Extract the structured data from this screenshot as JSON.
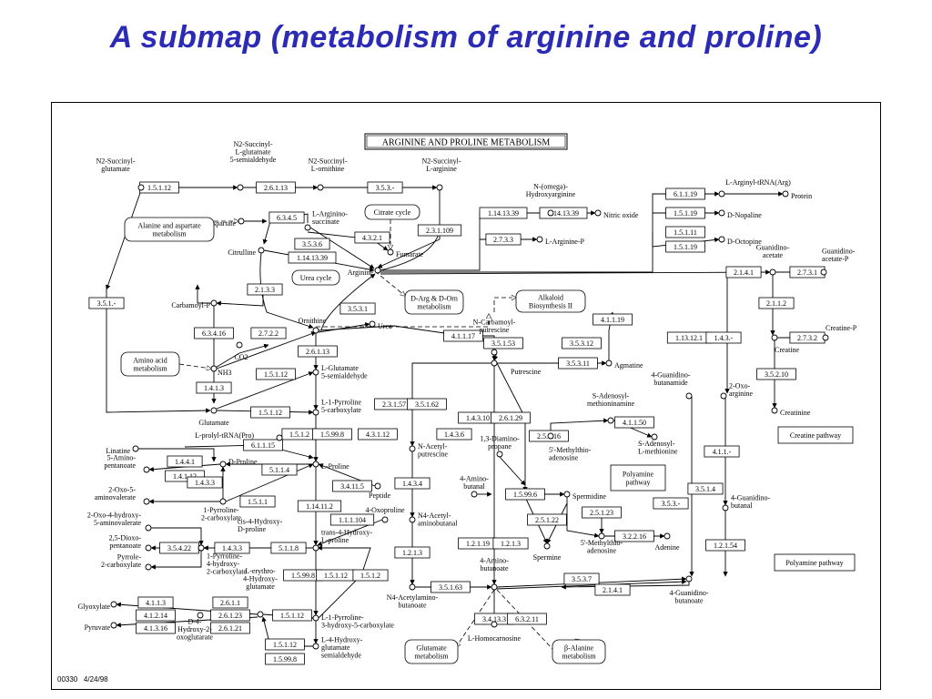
{
  "slide": {
    "title": "A submap (metabolism of arginine and proline)"
  },
  "footer": {
    "map_id": "00330",
    "date": "4/24/98"
  },
  "diagram": {
    "title": "ARGININE AND PROLINE METABOLISM",
    "compounds": [
      {
        "id": "n2sg",
        "lines": [
          "N2-Succinyl-",
          "glutamate"
        ]
      },
      {
        "id": "n2sgsa",
        "lines": [
          "N2-Succinyl-",
          "L-glutamate",
          "5-semialdehyde"
        ]
      },
      {
        "id": "n2so",
        "lines": [
          "N2-Succinyl-",
          "L-ornithine"
        ]
      },
      {
        "id": "n2sa",
        "lines": [
          "N2-Succinyl-",
          "L-arginine"
        ]
      },
      {
        "id": "aspartate",
        "lines": [
          "Aspartate"
        ]
      },
      {
        "id": "argsucc",
        "lines": [
          "L-Arginino-",
          "succinate"
        ]
      },
      {
        "id": "fumarate",
        "lines": [
          "Fumarate"
        ]
      },
      {
        "id": "citrulline",
        "lines": [
          "Citrulline"
        ]
      },
      {
        "id": "arginine",
        "lines": [
          "Arginine"
        ]
      },
      {
        "id": "nohyd",
        "lines": [
          "N-(omega)-",
          "Hydroxyarginine"
        ]
      },
      {
        "id": "no",
        "lines": [
          "Nitric oxide"
        ]
      },
      {
        "id": "largp",
        "lines": [
          "L-Arginine-P"
        ]
      },
      {
        "id": "largtrna",
        "lines": [
          "L-Arginyl-tRNA(Arg)"
        ]
      },
      {
        "id": "protein",
        "lines": [
          "Protein"
        ]
      },
      {
        "id": "dnop",
        "lines": [
          "D-Nopaline"
        ]
      },
      {
        "id": "doct",
        "lines": [
          "D-Octopine"
        ]
      },
      {
        "id": "guanac",
        "lines": [
          "Guanidino-",
          "acetate"
        ]
      },
      {
        "id": "guanacp",
        "lines": [
          "Guanidino-",
          "acetate-P"
        ]
      },
      {
        "id": "creatinep",
        "lines": [
          "Creatine-P"
        ]
      },
      {
        "id": "creatine",
        "lines": [
          "Creatine"
        ]
      },
      {
        "id": "creatinine",
        "lines": [
          "Creatinine"
        ]
      },
      {
        "id": "carbp",
        "lines": [
          "Carbamoyl-P"
        ]
      },
      {
        "id": "co2",
        "lines": [
          "CO2"
        ]
      },
      {
        "id": "nh3",
        "lines": [
          "NH3"
        ]
      },
      {
        "id": "glutamate",
        "lines": [
          "Glutamate"
        ]
      },
      {
        "id": "ornithine",
        "lines": [
          "Ornithine"
        ]
      },
      {
        "id": "urea",
        "lines": [
          "Urea"
        ]
      },
      {
        "id": "lgsa",
        "lines": [
          "L-Glutamate",
          "5-semialdehyde"
        ]
      },
      {
        "id": "p5c",
        "lines": [
          "L-1-Pyrroline",
          "5-carboxylate"
        ]
      },
      {
        "id": "lproline",
        "lines": [
          "L-Proline"
        ]
      },
      {
        "id": "lprolyltrna",
        "lines": [
          "L-prolyl-tRNA(Pro)"
        ]
      },
      {
        "id": "linatine",
        "lines": [
          "Linatine"
        ]
      },
      {
        "id": "dproline",
        "lines": [
          "D-Proline"
        ]
      },
      {
        "id": "aminopent",
        "lines": [
          "5-Amino-",
          "pentanoate"
        ]
      },
      {
        "id": "oxoamino",
        "lines": [
          "2-Oxo-5-",
          "aminovalerate"
        ]
      },
      {
        "id": "p2c",
        "lines": [
          "1-Pyrroline-",
          "2-carboxylate"
        ]
      },
      {
        "id": "hydroxyoxo",
        "lines": [
          "2-Oxo-4-hydroxy-",
          "5-aminovalerate"
        ]
      },
      {
        "id": "dioxopent",
        "lines": [
          "2,5-Dioxo-",
          "pentanoate"
        ]
      },
      {
        "id": "pyrrole2c",
        "lines": [
          "Pyrrole-",
          "2-carboxylate"
        ]
      },
      {
        "id": "cis4hp",
        "lines": [
          "cis-4-Hydroxy-",
          "D-proline"
        ]
      },
      {
        "id": "p4h2c",
        "lines": [
          "1-Pyrroline-",
          "4-hydroxy-",
          "2-carboxylate"
        ]
      },
      {
        "id": "trans4hp",
        "lines": [
          "trans-4-Hydroxy-",
          "L-proline"
        ]
      },
      {
        "id": "peptide",
        "lines": [
          "Peptide"
        ]
      },
      {
        "id": "oxoproline",
        "lines": [
          "4-Oxoproline"
        ]
      },
      {
        "id": "glyoxylate",
        "lines": [
          "Glyoxylate"
        ]
      },
      {
        "id": "pyruvate",
        "lines": [
          "Pyruvate"
        ]
      },
      {
        "id": "lerythro",
        "lines": [
          "L-erythro-",
          "4-Hydroxy-",
          "glutamate"
        ]
      },
      {
        "id": "d4hydroxy",
        "lines": [
          "D-4-",
          "Hydroxy-2-",
          "oxoglutarate"
        ]
      },
      {
        "id": "p3h5c",
        "lines": [
          "L-1-Pyrroline-",
          "3-hydroxy-5-carboxylate"
        ]
      },
      {
        "id": "l4hgsa",
        "lines": [
          "L-4-Hydroxy-",
          "glutamate",
          "semialdehyde"
        ]
      },
      {
        "id": "ncarbput",
        "lines": [
          "N-Carbamoyl-",
          "putrescine"
        ]
      },
      {
        "id": "agmatine",
        "lines": [
          "Agmatine"
        ]
      },
      {
        "id": "putrescine",
        "lines": [
          "Putrescine"
        ]
      },
      {
        "id": "nacetylput",
        "lines": [
          "N-Acetyl-",
          "putrescine"
        ]
      },
      {
        "id": "aminobutanal",
        "lines": [
          "4-Amino-",
          "butanal"
        ]
      },
      {
        "id": "diaminoprop",
        "lines": [
          "1,3-Diamino-",
          "propane"
        ]
      },
      {
        "id": "mta",
        "lines": [
          "5'-Methylthio-",
          "adenosine"
        ]
      },
      {
        "id": "sam",
        "lines": [
          "S-Adenosyl-",
          "methioninamine"
        ]
      },
      {
        "id": "sammet",
        "lines": [
          "S-Adenosyl-",
          "L-methionine"
        ]
      },
      {
        "id": "spermidine",
        "lines": [
          "Spermidine"
        ]
      },
      {
        "id": "spermine",
        "lines": [
          "Spermine"
        ]
      },
      {
        "id": "mta2",
        "lines": [
          "5'-Methylthio-",
          "adenosine"
        ]
      },
      {
        "id": "adenine",
        "lines": [
          "Adenine"
        ]
      },
      {
        "id": "n4acetylbutanal",
        "lines": [
          "N4-Acetyl-",
          "aminobutanal"
        ]
      },
      {
        "id": "n4acetylbutanoate",
        "lines": [
          "N4-Acetylamino-",
          "butanoate"
        ]
      },
      {
        "id": "aminobutanoate",
        "lines": [
          "4-Amino-",
          "butanoate"
        ]
      },
      {
        "id": "lhomocarnosine",
        "lines": [
          "L-Homocarnosine"
        ]
      },
      {
        "id": "guanbutanamide",
        "lines": [
          "4-Guanidino-",
          "butanamide"
        ]
      },
      {
        "id": "oxoarginine",
        "lines": [
          "2-Oxo-",
          "arginine"
        ]
      },
      {
        "id": "guanbutanal",
        "lines": [
          "4-Guanidino-",
          "butanal"
        ]
      },
      {
        "id": "guanbutanoate",
        "lines": [
          "4-Guanidino-",
          "butanoate"
        ]
      }
    ],
    "pathways": [
      {
        "id": "alaasp",
        "lines": [
          "Alanine and aspartate",
          "metabolism"
        ]
      },
      {
        "id": "citrate",
        "lines": [
          "Citrate cycle"
        ]
      },
      {
        "id": "urea",
        "lines": [
          "Urea cycle"
        ]
      },
      {
        "id": "dargdorn",
        "lines": [
          "D-Arg & D-Orn",
          "metabolism"
        ]
      },
      {
        "id": "alkaloid",
        "lines": [
          "Alkaloid",
          "Biosynthesis II"
        ]
      },
      {
        "id": "aminoacid",
        "lines": [
          "Amino acid",
          "metabolism"
        ]
      },
      {
        "id": "glutmet",
        "lines": [
          "Glutamate",
          "metabolism"
        ]
      },
      {
        "id": "betaala",
        "lines": [
          "β-Alanine",
          "metabolism"
        ]
      },
      {
        "id": "creatinepw",
        "lines": [
          "Creatine pathway"
        ]
      },
      {
        "id": "polyaminepw1",
        "lines": [
          "Polyamine",
          "pathway"
        ]
      },
      {
        "id": "polyaminepw2",
        "lines": [
          "Polyamine pathway"
        ]
      }
    ],
    "enzymes": [
      {
        "id": "e1",
        "label": "1.5.1.12"
      },
      {
        "id": "e2",
        "label": "2.6.1.13"
      },
      {
        "id": "e3",
        "label": "3.5.3.-"
      },
      {
        "id": "e4",
        "label": "6.3.4.5"
      },
      {
        "id": "e5",
        "label": "3.5.3.6"
      },
      {
        "id": "e6",
        "label": "1.14.13.39"
      },
      {
        "id": "e7",
        "label": "4.3.2.1"
      },
      {
        "id": "e8",
        "label": "2.3.1.109"
      },
      {
        "id": "e9",
        "label": "1.14.13.39"
      },
      {
        "id": "e10",
        "label": "1.14.13.39"
      },
      {
        "id": "e11",
        "label": "2.7.3.3"
      },
      {
        "id": "e12",
        "label": "6.1.1.19"
      },
      {
        "id": "e13",
        "label": "1.5.1.19"
      },
      {
        "id": "e14",
        "label": "1.5.1.11"
      },
      {
        "id": "e15",
        "label": "1.5.1.19"
      },
      {
        "id": "e16",
        "label": "2.1.4.1"
      },
      {
        "id": "e17",
        "label": "2.7.3.1"
      },
      {
        "id": "e18",
        "label": "2.1.1.2"
      },
      {
        "id": "e19",
        "label": "2.7.3.2"
      },
      {
        "id": "e20",
        "label": "3.5.2.10"
      },
      {
        "id": "e21",
        "label": "3.5.1.-"
      },
      {
        "id": "e22",
        "label": "2.1.3.3"
      },
      {
        "id": "e23",
        "label": "3.5.3.1"
      },
      {
        "id": "e24",
        "label": "6.3.4.16"
      },
      {
        "id": "e25",
        "label": "2.7.2.2"
      },
      {
        "id": "e26",
        "label": "1.4.1.3"
      },
      {
        "id": "e27",
        "label": "1.5.1.12"
      },
      {
        "id": "e28",
        "label": "1.5.1.12"
      },
      {
        "id": "e29",
        "label": "2.6.1.13"
      },
      {
        "id": "e30",
        "label": "4.1.1.19"
      },
      {
        "id": "e31",
        "label": "4.1.1.17"
      },
      {
        "id": "e32",
        "label": "3.5.1.53"
      },
      {
        "id": "e33",
        "label": "3.5.3.12"
      },
      {
        "id": "e34",
        "label": "3.5.3.11"
      },
      {
        "id": "e35",
        "label": "1.13.12.1"
      },
      {
        "id": "e36",
        "label": "1.4.3.-"
      },
      {
        "id": "e37",
        "label": "1.5.1.2"
      },
      {
        "id": "e38",
        "label": "1.5.99.8"
      },
      {
        "id": "e39",
        "label": "4.3.1.12"
      },
      {
        "id": "e40",
        "label": "6.1.1.15"
      },
      {
        "id": "e41",
        "label": "1.4.4.1"
      },
      {
        "id": "e42",
        "label": "1.4.1.12"
      },
      {
        "id": "e43",
        "label": "5.1.1.4"
      },
      {
        "id": "e44",
        "label": "1.4.3.3"
      },
      {
        "id": "e45",
        "label": "3.4.11.5"
      },
      {
        "id": "e46",
        "label": "1.5.1.1"
      },
      {
        "id": "e47",
        "label": "1.14.11.2"
      },
      {
        "id": "e48",
        "label": "1.1.1.104"
      },
      {
        "id": "e49",
        "label": "3.5.4.22"
      },
      {
        "id": "e50",
        "label": "1.4.3.3"
      },
      {
        "id": "e51",
        "label": "5.1.1.8"
      },
      {
        "id": "e52",
        "label": "1.5.99.8"
      },
      {
        "id": "e53",
        "label": "1.5.1.12"
      },
      {
        "id": "e54",
        "label": "1.5.1.2"
      },
      {
        "id": "e55",
        "label": "4.1.1.3"
      },
      {
        "id": "e56",
        "label": "4.1.2.14"
      },
      {
        "id": "e57",
        "label": "4.1.3.16"
      },
      {
        "id": "e58",
        "label": "2.6.1.1"
      },
      {
        "id": "e59",
        "label": "2.6.1.23"
      },
      {
        "id": "e60",
        "label": "2.6.1.21"
      },
      {
        "id": "e61",
        "label": "1.5.1.12"
      },
      {
        "id": "e62",
        "label": "1.5.1.12"
      },
      {
        "id": "e63",
        "label": "1.5.99.8"
      },
      {
        "id": "e64",
        "label": "2.3.1.57"
      },
      {
        "id": "e65",
        "label": "3.5.1.62"
      },
      {
        "id": "e66",
        "label": "1.4.3.10"
      },
      {
        "id": "e67",
        "label": "2.6.1.29"
      },
      {
        "id": "e68",
        "label": "1.4.3.6"
      },
      {
        "id": "e69",
        "label": "1.4.3.4"
      },
      {
        "id": "e70",
        "label": "2.5.1.16"
      },
      {
        "id": "e71",
        "label": "4.1.1.50"
      },
      {
        "id": "e72",
        "label": "1.5.99.6"
      },
      {
        "id": "e73",
        "label": "2.5.1.23"
      },
      {
        "id": "e74",
        "label": "2.5.1.22"
      },
      {
        "id": "e75",
        "label": "3.2.2.16"
      },
      {
        "id": "e76",
        "label": "1.2.1.3"
      },
      {
        "id": "e77",
        "label": "1.2.1.19"
      },
      {
        "id": "e78",
        "label": "1.2.1.3"
      },
      {
        "id": "e79",
        "label": "3.5.1.63"
      },
      {
        "id": "e80",
        "label": "3.4.13.3"
      },
      {
        "id": "e81",
        "label": "6.3.2.11"
      },
      {
        "id": "e82",
        "label": "3.5.3.7"
      },
      {
        "id": "e83",
        "label": "2.1.4.1"
      },
      {
        "id": "e84",
        "label": "4.1.1.-"
      },
      {
        "id": "e85",
        "label": "3.5.1.4"
      },
      {
        "id": "e86",
        "label": "3.5.3.-"
      },
      {
        "id": "e87",
        "label": "1.2.1.54"
      }
    ]
  }
}
